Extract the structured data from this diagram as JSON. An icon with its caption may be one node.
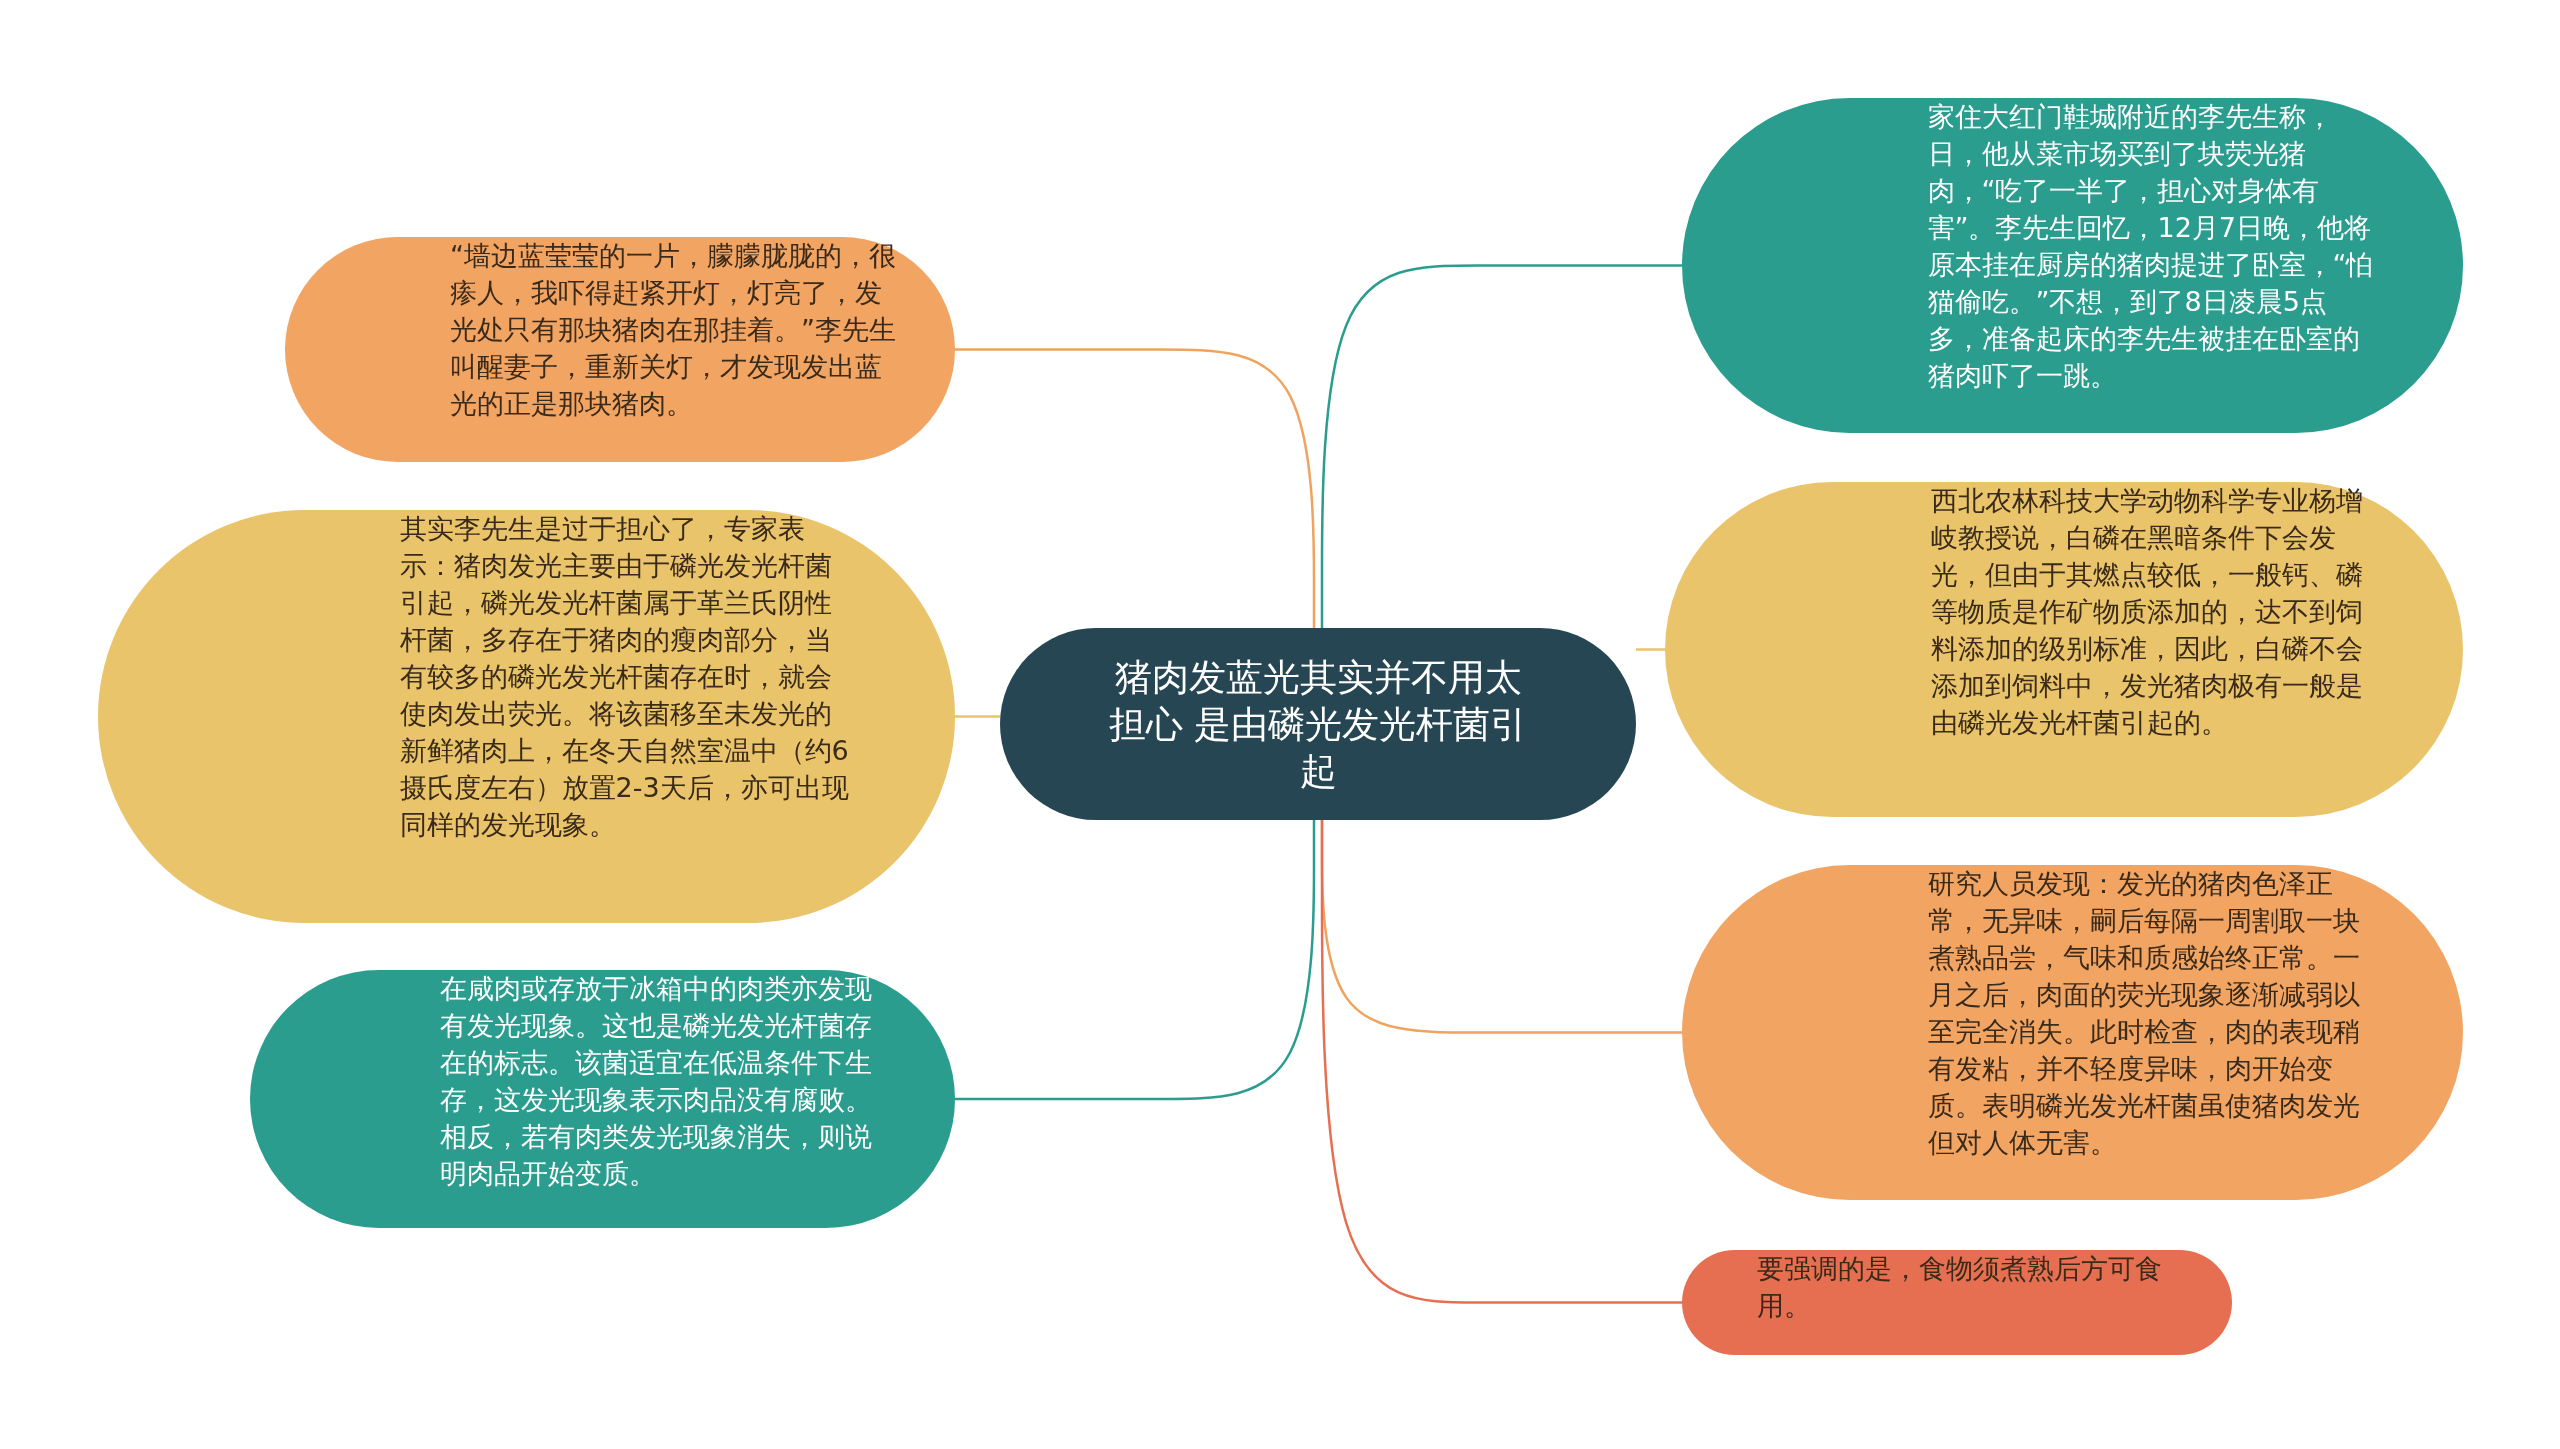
{
  "diagram": {
    "nodes": [
      {
        "text": [
          "猪肉发蓝光其实并不用太担心 是由磷光发光杆菌引起"
        ]
      },
      {
        "text": [
          "“墙边蓝莹莹的一片，朦朦胧胧的，很瘆人，我吓得赶紧开灯，灯亮了，发光处只有那块猪肉在那挂着。”李先生叫醒妻子，重新关灯，才发现发出蓝光的正是那块猪肉。"
        ]
      },
      {
        "text": [
          "其实李先生是过于担心了，专家表示：猪肉发光主要由于磷光发光杆菌引起，磷光发光杆菌属于革兰氏阴性杆菌，多存在于猪肉的瘦肉部分，当有较多的磷光发光杆菌存在时，就会使肉发出荧光。将该菌移至未发光的新鲜猪肉上，在冬天自然室温中（约6摄氏度左右）放置2-3天后，亦可出现同样的发光现象。"
        ]
      },
      {
        "text": [
          "在咸肉或存放于冰箱中的肉类亦发现有发光现象。这也是磷光发光杆菌存在的标志。该菌适宜在低温条件下生存，这发光现象表示肉品没有腐败。相反，若有肉类发光现象消失，则说明肉品开始变质。"
        ]
      },
      {
        "text": [
          "家住大红门鞋城附近的李先生称，日，他从菜市场买到了块荧光猪肉，“吃了一半了，担心对身体有害”。李先生回忆，12月7日晚，他将原本挂在厨房的猪肉提进了卧室，“怕猫偷吃。”不想，到了8日凌晨5点多，准备起床的李先生被挂在卧室的猪肉吓了一跳。"
        ]
      },
      {
        "text": [
          "西北农林科技大学动物科学专业杨增岐教授说，白磷在黑暗条件下会发光，但由于其燃点较低，一般钙、磷等物质是作矿物质添加的，达不到饲料添加的级别标准，因此，白磷不会添加到饲料中，发光猪肉极有一般是由磷光发光杆菌引起的。"
        ]
      },
      {
        "text": [
          "研究人员发现：发光的猪肉色泽正常，无异味，嗣后每隔一周割取一块煮熟品尝，气味和质感始终正常。一月之后，肉面的荧光现象逐渐减弱以至完全消失。此时检查，肉的表现稍有发粘，并不轻度异味，肉开始变质。表明磷光发光杆菌虽使猪肉发光但对人体无害。"
        ]
      },
      {
        "text": [
          "要强调的是，食物须煮熟后方可食用。"
        ]
      }
    ],
    "edges": [
      {
        "from": 0,
        "to": 1,
        "arrow": "none",
        "color": "#f0a35e"
      },
      {
        "from": 0,
        "to": 2,
        "arrow": "none",
        "color": "#e9c46a"
      },
      {
        "from": 0,
        "to": 3,
        "arrow": "none",
        "color": "#2a9d8f"
      },
      {
        "from": 0,
        "to": 4,
        "arrow": "none",
        "color": "#2a9d8f"
      },
      {
        "from": 0,
        "to": 5,
        "arrow": "none",
        "color": "#e9c46a"
      },
      {
        "from": 0,
        "to": 6,
        "arrow": "none",
        "color": "#f0a35e"
      },
      {
        "from": 0,
        "to": 7,
        "arrow": "none",
        "color": "#e76f51"
      }
    ]
  }
}
